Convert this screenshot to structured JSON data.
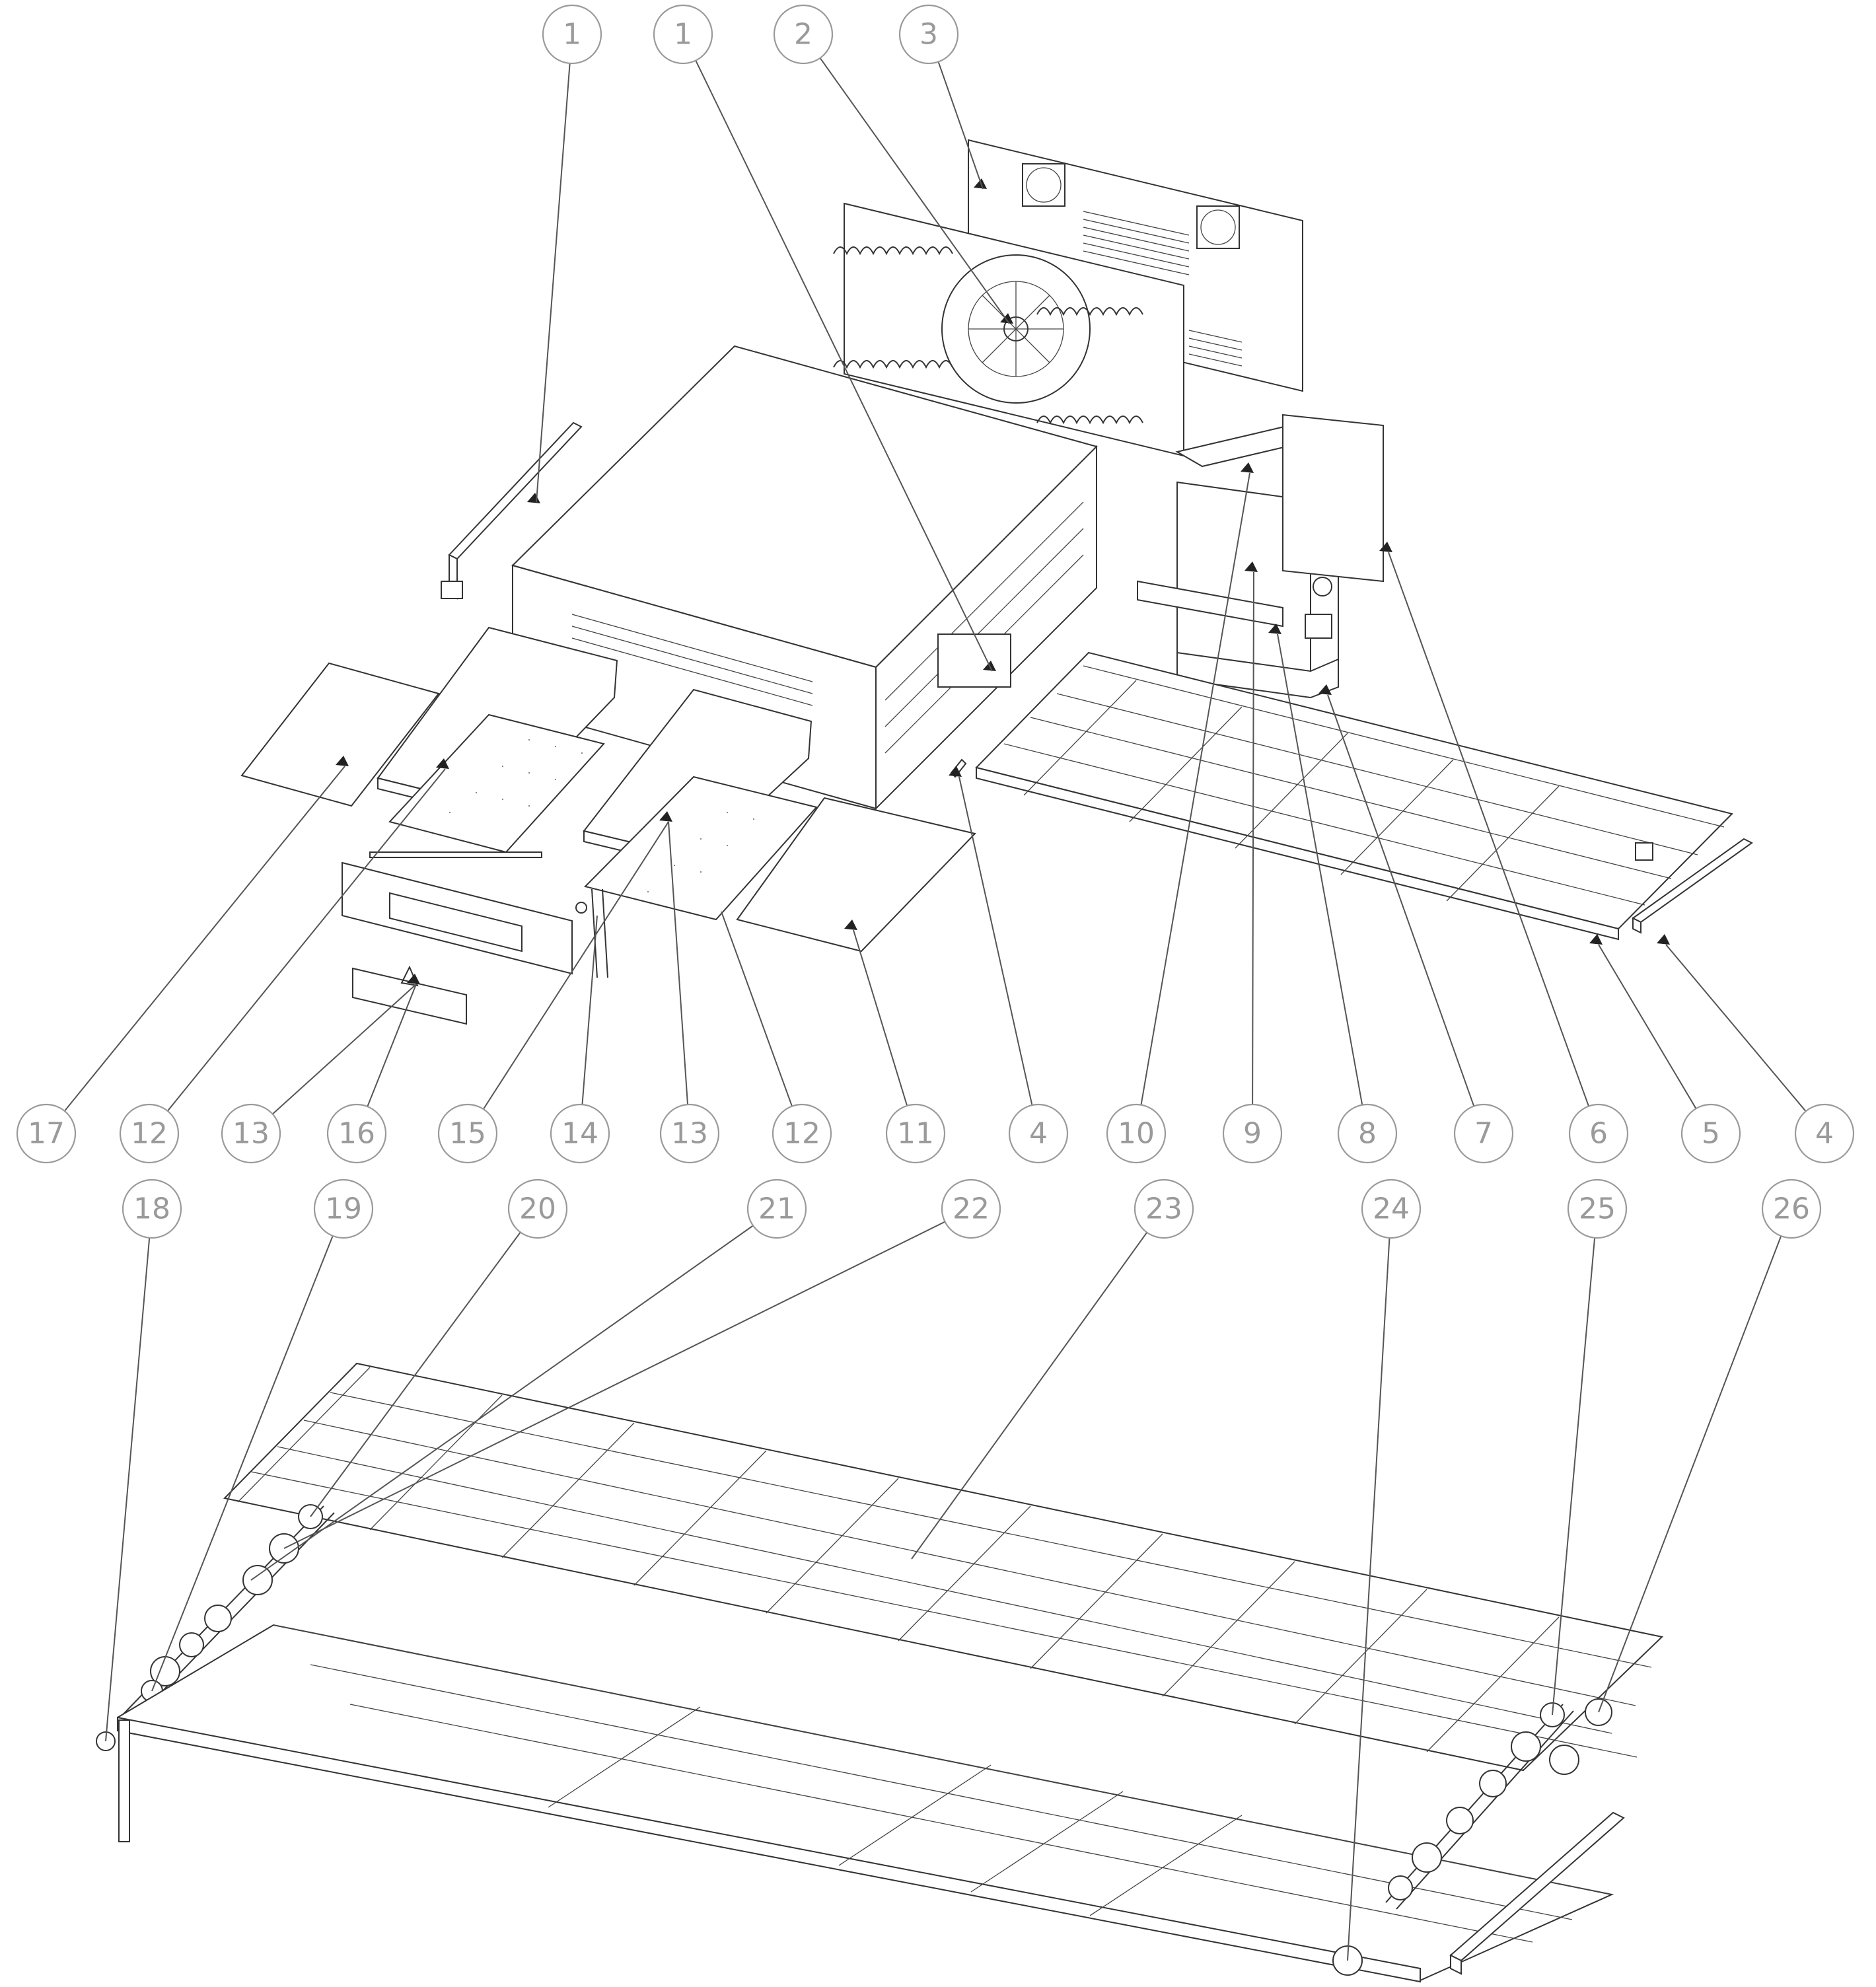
{
  "callouts": {
    "top_row": [
      "1",
      "1",
      "2",
      "3"
    ],
    "middle_row": [
      "17",
      "12",
      "13",
      "16",
      "15",
      "14",
      "13",
      "12",
      "11",
      "4",
      "10",
      "9",
      "8",
      "7",
      "6",
      "5",
      "4"
    ],
    "lower_row": [
      "18",
      "19",
      "20",
      "21",
      "22",
      "23",
      "24",
      "25",
      "26"
    ]
  },
  "colors": {
    "line": "#333333",
    "callout": "#9a9a9a",
    "background": "#ffffff"
  }
}
